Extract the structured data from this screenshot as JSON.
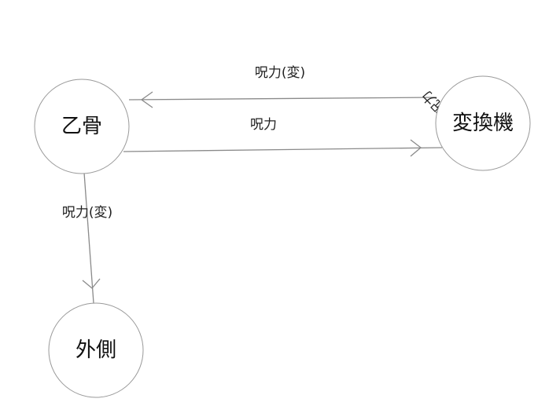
{
  "diagram": {
    "nodes": [
      {
        "id": "otsukotsu",
        "label": "乙骨"
      },
      {
        "id": "henkanki",
        "label": "変換機"
      },
      {
        "id": "sotogawa",
        "label": "外側"
      }
    ],
    "edges": [
      {
        "from": "henkanki",
        "to": "otsukotsu",
        "label": "呪力(変)"
      },
      {
        "from": "otsukotsu",
        "to": "henkanki",
        "label": "呪力"
      },
      {
        "from": "otsukotsu",
        "to": "sotogawa",
        "label": "呪力(変)"
      },
      {
        "from": "henkanki",
        "to": "henkanki",
        "label": "呪力",
        "note": "self-loop label, rotated and mostly hidden behind node"
      }
    ],
    "colors": {
      "node_stroke": "#999999",
      "edge_stroke": "#8a8a8a",
      "text": "#111111"
    }
  }
}
